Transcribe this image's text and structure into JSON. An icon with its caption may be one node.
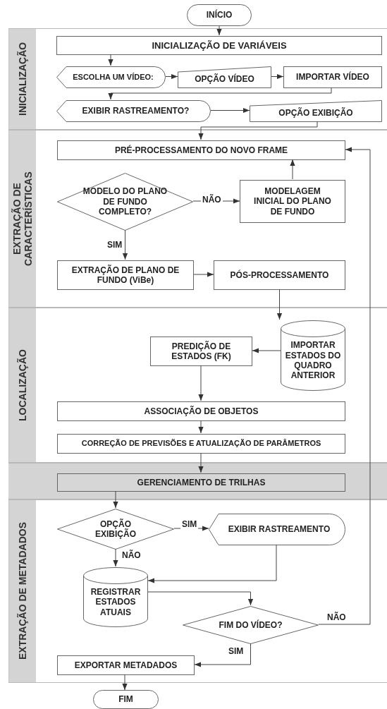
{
  "diagram": {
    "nodes": [
      {
        "text": [
          "INÍCIO"
        ]
      },
      {
        "text": [
          "INICIALIZAÇÃO"
        ]
      },
      {
        "text": [
          "INICIALIZAÇÃO DE VARIÁVEIS"
        ],
        "in": 1
      },
      {
        "text": [
          "ESCOLHA UM VÍDEO:"
        ],
        "in": 1
      },
      {
        "text": [
          "OPÇÃO VÍDEO"
        ],
        "in": 1
      },
      {
        "text": [
          "IMPORTAR VÍDEO"
        ],
        "in": 1
      },
      {
        "text": [
          "EXIBIR RASTREAMENTO?"
        ],
        "in": 1
      },
      {
        "text": [
          "OPÇÃO EXIBIÇÃO"
        ],
        "in": 1
      },
      {
        "text": [
          "EXTRAÇÃO DE CARACTERÍSTICAS"
        ]
      },
      {
        "text": [
          "PRÉ-PROCESSAMENTO DO NOVO FRAME"
        ],
        "in": 8
      },
      {
        "text": [
          "MODELO DO PLANO DE FUNDO COMPLETO?"
        ],
        "in": 8
      },
      {
        "text": [
          "MODELAGEM INICIAL DO PLANO DE FUNDO"
        ],
        "in": 8
      },
      {
        "text": [
          "EXTRAÇÃO DE PLANO DE FUNDO (ViBe)"
        ],
        "in": 8
      },
      {
        "text": [
          "PÓS-PROCESSAMENTO"
        ],
        "in": 8
      },
      {
        "text": [
          "LOCALIZAÇÃO"
        ]
      },
      {
        "text": [
          "IMPORTAR ESTADOS DO QUADRO ANTERIOR"
        ],
        "in": 14
      },
      {
        "text": [
          "PREDIÇÃO DE ESTADOS (FK)"
        ],
        "in": 14
      },
      {
        "text": [
          "ASSOCIAÇÃO DE OBJETOS"
        ],
        "in": 14
      },
      {
        "text": [
          "CORREÇÃO DE PREVISÕES E ATUALIZAÇÃO DE PARÂMETROS"
        ],
        "in": 14
      },
      {
        "text": [],
        "shape": "band"
      },
      {
        "text": [
          "GERENCIAMENTO DE TRILHAS"
        ],
        "in": 19
      },
      {
        "text": [
          "EXTRAÇÃO DE METADADOS"
        ]
      },
      {
        "text": [
          "OPÇÃO EXIBIÇÃO"
        ],
        "in": 21
      },
      {
        "text": [
          "EXIBIR RASTREAMENTO"
        ],
        "in": 21
      },
      {
        "text": [
          "REGISTRAR ESTADOS ATUAIS"
        ],
        "in": 21
      },
      {
        "text": [
          "FIM DO VÍDEO?"
        ],
        "in": 21
      },
      {
        "text": [
          "EXPORTAR METADADOS"
        ],
        "in": 21
      },
      {
        "text": [
          "FIM"
        ]
      }
    ],
    "edges": [
      {
        "from": 0,
        "to": 2,
        "arrow": "to"
      },
      {
        "from": 2,
        "to": 3,
        "arrow": "to"
      },
      {
        "from": 3,
        "to": 4,
        "arrow": "to"
      },
      {
        "from": 4,
        "to": 5,
        "arrow": "to"
      },
      {
        "from": 5,
        "to": 6,
        "arrow": "to"
      },
      {
        "from": 6,
        "to": 7,
        "arrow": "to"
      },
      {
        "from": 7,
        "to": 9,
        "arrow": "to"
      },
      {
        "from": 10,
        "to": 11,
        "arrow": "to",
        "label": "NÃO"
      },
      {
        "from": 11,
        "to": 9,
        "arrow": "to"
      },
      {
        "from": 10,
        "to": 12,
        "arrow": "to",
        "label": "SIM"
      },
      {
        "from": 12,
        "to": 13,
        "arrow": "to"
      },
      {
        "from": 13,
        "to": 15,
        "arrow": "to"
      },
      {
        "from": 15,
        "to": 16,
        "arrow": "to"
      },
      {
        "from": 16,
        "to": 17,
        "arrow": "to"
      },
      {
        "from": 17,
        "to": 18,
        "arrow": "to"
      },
      {
        "from": 18,
        "to": 20,
        "arrow": "to"
      },
      {
        "from": 20,
        "to": 22,
        "arrow": "to"
      },
      {
        "from": 22,
        "to": 23,
        "arrow": "to",
        "label": "SIM"
      },
      {
        "from": 22,
        "to": 24,
        "arrow": "to",
        "label": "NÃO"
      },
      {
        "from": 23,
        "to": 24,
        "arrow": "to"
      },
      {
        "from": 24,
        "to": 25,
        "arrow": "to"
      },
      {
        "from": 25,
        "to": 9,
        "arrow": "to",
        "label": "NÃO"
      },
      {
        "from": 25,
        "to": 26,
        "arrow": "to",
        "label": "SIM"
      },
      {
        "from": 26,
        "to": 27,
        "arrow": "to"
      }
    ]
  }
}
